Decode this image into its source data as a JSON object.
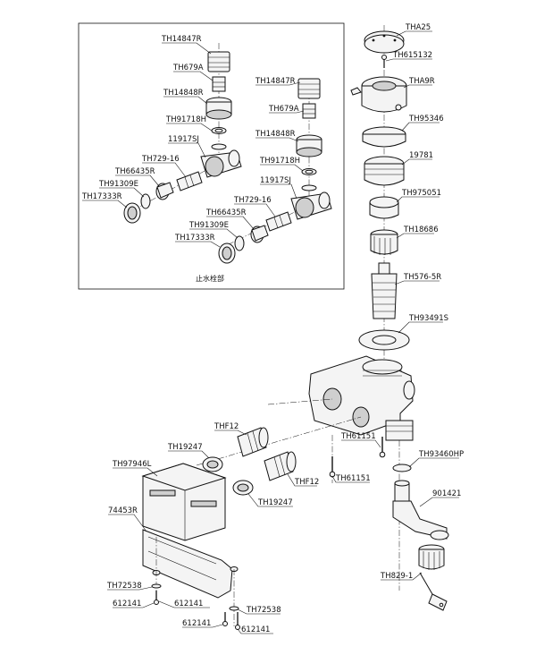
{
  "inset": {
    "caption": "止水栓部"
  },
  "labels": {
    "inset_th14847r": "TH14847R",
    "inset_th679a": "TH679A",
    "inset_th14848r": "TH14848R",
    "inset_th91718h": "TH91718H",
    "inset_11917sj": "11917SJ",
    "inset_th729_16": "TH729-16",
    "inset_th66435r": "TH66435R",
    "inset_th91309e": "TH91309E",
    "inset_th17333r": "TH17333R",
    "inset2_th14847r": "TH14847R",
    "inset2_th679a": "TH679A",
    "inset2_th14848r": "TH14848R",
    "inset2_th91718h": "TH91718H",
    "inset2_11917sj": "11917SJ",
    "inset2_th729_16": "TH729-16",
    "inset2_th66435r": "TH66435R",
    "inset2_th91309e": "TH91309E",
    "inset2_th17333r": "TH17333R",
    "tha25": "THA25",
    "th615132": "TH615132",
    "tha9r": "THA9R",
    "th95346": "TH95346",
    "p19781": "19781",
    "th975051": "TH975051",
    "th18686": "TH18686",
    "th576_5r": "TH576-5R",
    "th93491s": "TH93491S",
    "thf12_a": "THF12",
    "th19247_a": "TH19247",
    "th61151_a": "TH61151",
    "th93460hp": "TH93460HP",
    "th97946l": "TH97946L",
    "thf12_b": "THF12",
    "th61151_b": "TH61151",
    "p901421": "901421",
    "th19247_b": "TH19247",
    "p74453r": "74453R",
    "th829_1": "TH829-1",
    "th72538_a": "TH72538",
    "p612141_a": "612141",
    "p612141_b": "612141",
    "th72538_b": "TH72538",
    "p612141_c": "612141",
    "p612141_d": "612141"
  }
}
